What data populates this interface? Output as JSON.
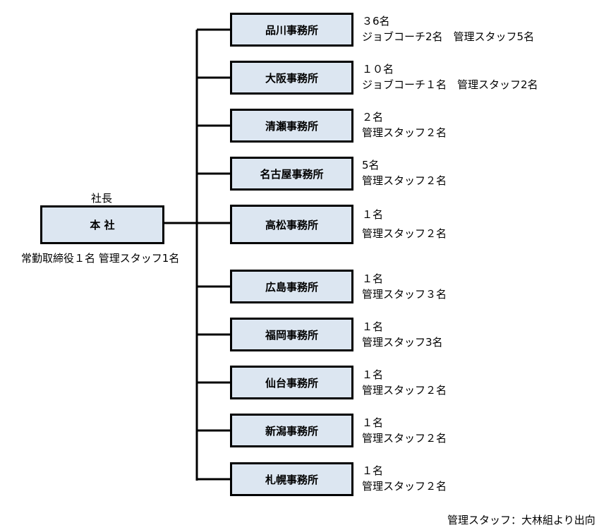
{
  "headquarters": {
    "title_above": "社長",
    "label": "本 社",
    "staff_below": "常勤取締役１名 管理スタッフ1名"
  },
  "offices": [
    {
      "name": "品川事務所",
      "count": "３6名",
      "detail": "ジョブコーチ2名　管理スタッフ5名"
    },
    {
      "name": "大阪事務所",
      "count": "１０名",
      "detail": "ジョブコーチ１名　管理スタッフ2名"
    },
    {
      "name": "清瀬事務所",
      "count": "２名",
      "detail": "管理スタッフ２名"
    },
    {
      "name": "名古屋事務所",
      "count": "5名",
      "detail": "管理スタッフ２名"
    },
    {
      "name": "高松事務所",
      "count": "１名",
      "detail": "管理スタッフ２名"
    },
    {
      "name": "広島事務所",
      "count": "１名",
      "detail": "管理スタッフ３名"
    },
    {
      "name": "福岡事務所",
      "count": "１名",
      "detail": "管理スタッフ3名"
    },
    {
      "name": "仙台事務所",
      "count": "１名",
      "detail": "管理スタッフ２名"
    },
    {
      "name": "新潟事務所",
      "count": "１名",
      "detail": "管理スタッフ２名"
    },
    {
      "name": "札幌事務所",
      "count": "１名",
      "detail": "管理スタッフ２名"
    }
  ],
  "footnote": "管理スタッフ：大林組より出向",
  "colors": {
    "box_fill": "#dce6f1",
    "line": "#000000"
  }
}
